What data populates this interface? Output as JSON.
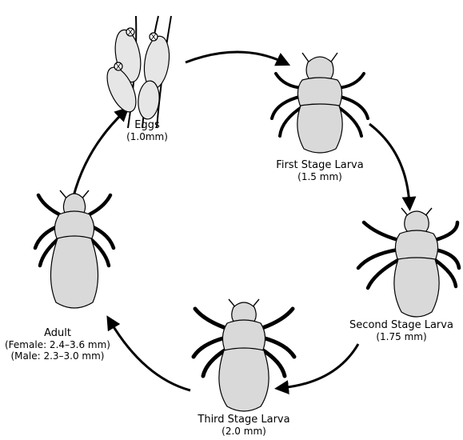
{
  "stages": {
    "eggs": {
      "name": "Eggs",
      "size": "(1.0mm)"
    },
    "first": {
      "name": "First Stage Larva",
      "size": "(1.5 mm)"
    },
    "second": {
      "name": "Second Stage Larva",
      "size": "(1.75 mm)"
    },
    "third": {
      "name": "Third Stage Larva",
      "size": "(2.0 mm)"
    },
    "adult": {
      "name": "Adult",
      "size_female": "(Female: 2.4–3.6 mm)",
      "size_male": "(Male: 2.3–3.0 mm)"
    }
  },
  "colors": {
    "ink": "#000000",
    "body_fill": "#d9d9d9",
    "egg_fill": "#e6e6e6",
    "background": "#ffffff"
  },
  "icons": [
    "louse-egg-icon",
    "louse-larva-icon",
    "louse-adult-icon",
    "cycle-arrow-icon"
  ]
}
